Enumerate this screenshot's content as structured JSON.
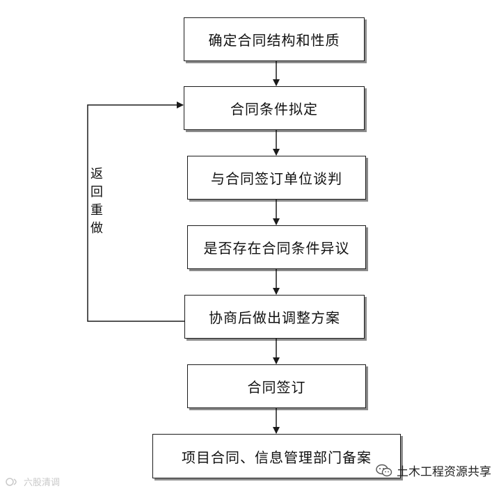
{
  "diagram": {
    "steps": [
      "确定合同结构和性质",
      "合同条件拟定",
      "与合同签订单位谈判",
      "是否存在合同条件异议",
      "协商后做出调整方案",
      "合同签订",
      "项目合同、信息管理部门备案"
    ],
    "loop_label": "返回重做",
    "line_color": "#1a1a1a"
  },
  "watermarks": {
    "left_text": "六股清调",
    "right_text": "土木工程资源共享"
  }
}
